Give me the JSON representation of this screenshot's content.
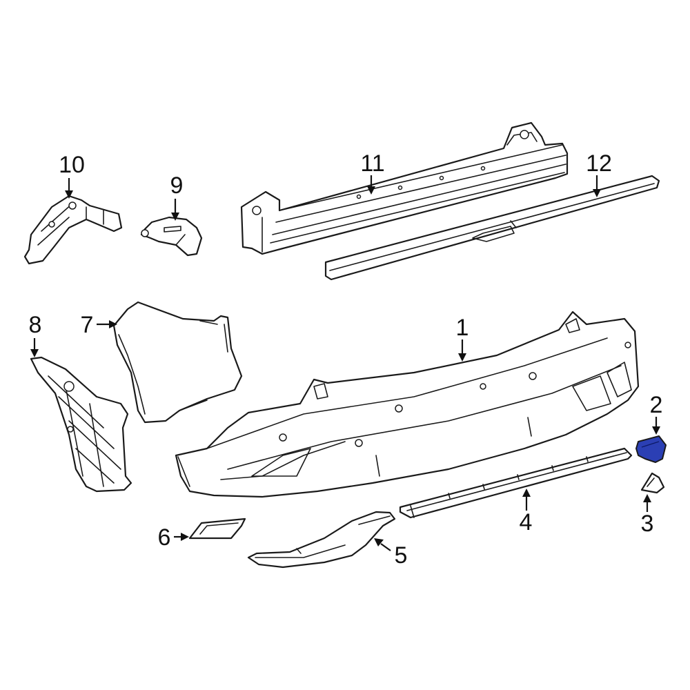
{
  "diagram": {
    "highlight_color": "#2b3fb4",
    "line_color": "#1a1a1a",
    "background": "#ffffff",
    "highlighted_part": "2",
    "callouts": [
      {
        "id": "c1",
        "label": "1"
      },
      {
        "id": "c2",
        "label": "2"
      },
      {
        "id": "c3",
        "label": "3"
      },
      {
        "id": "c4",
        "label": "4"
      },
      {
        "id": "c5",
        "label": "5"
      },
      {
        "id": "c6",
        "label": "6"
      },
      {
        "id": "c7",
        "label": "7"
      },
      {
        "id": "c8",
        "label": "8"
      },
      {
        "id": "c9",
        "label": "9"
      },
      {
        "id": "c10",
        "label": "10"
      },
      {
        "id": "c11",
        "label": "11"
      },
      {
        "id": "c12",
        "label": "12"
      }
    ]
  }
}
